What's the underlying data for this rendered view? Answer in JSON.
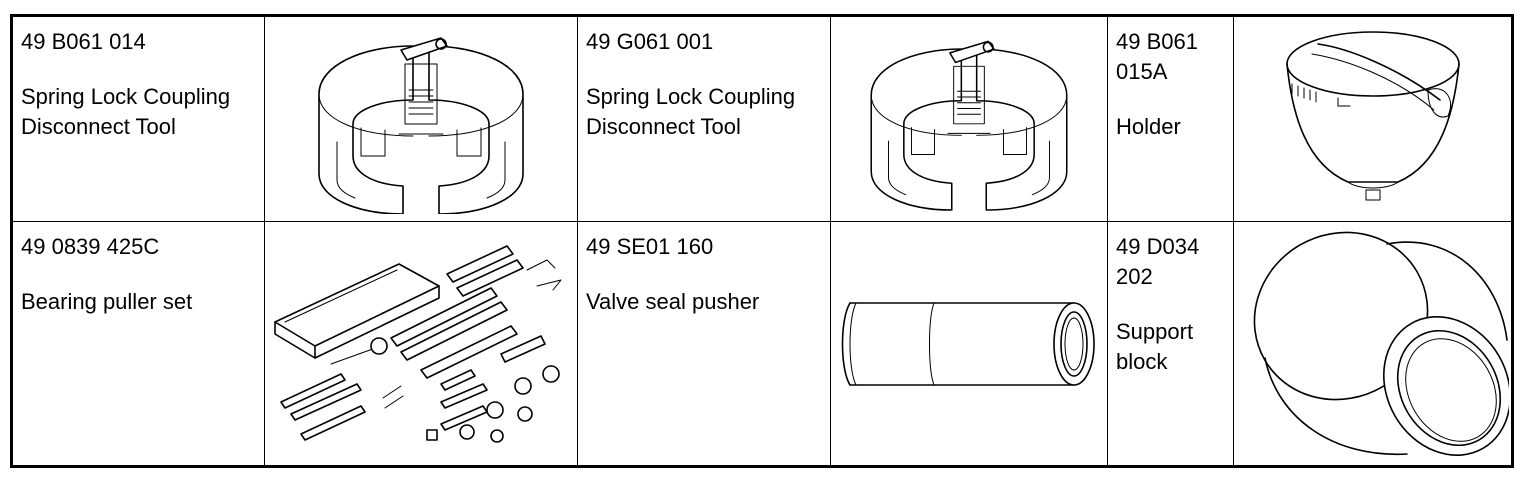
{
  "tools": [
    {
      "part_number": "49 B061 014",
      "name": "Spring Lock Coupling Disconnect Tool",
      "icon": "coupling-tool-icon"
    },
    {
      "part_number": "49 G061 001",
      "name": "Spring Lock Coupling Disconnect Tool",
      "icon": "coupling-tool-icon"
    },
    {
      "part_number": "49 B061 015A",
      "name": "Holder",
      "icon": "holder-bowl-icon"
    },
    {
      "part_number": "49 0839 425C",
      "name": "Bearing puller set",
      "icon": "bearing-puller-set-icon"
    },
    {
      "part_number": "49 SE01 160",
      "name": "Valve seal pusher",
      "icon": "valve-seal-pusher-icon"
    },
    {
      "part_number": "49 D034 202",
      "name": "Support block",
      "icon": "support-block-icon"
    }
  ]
}
